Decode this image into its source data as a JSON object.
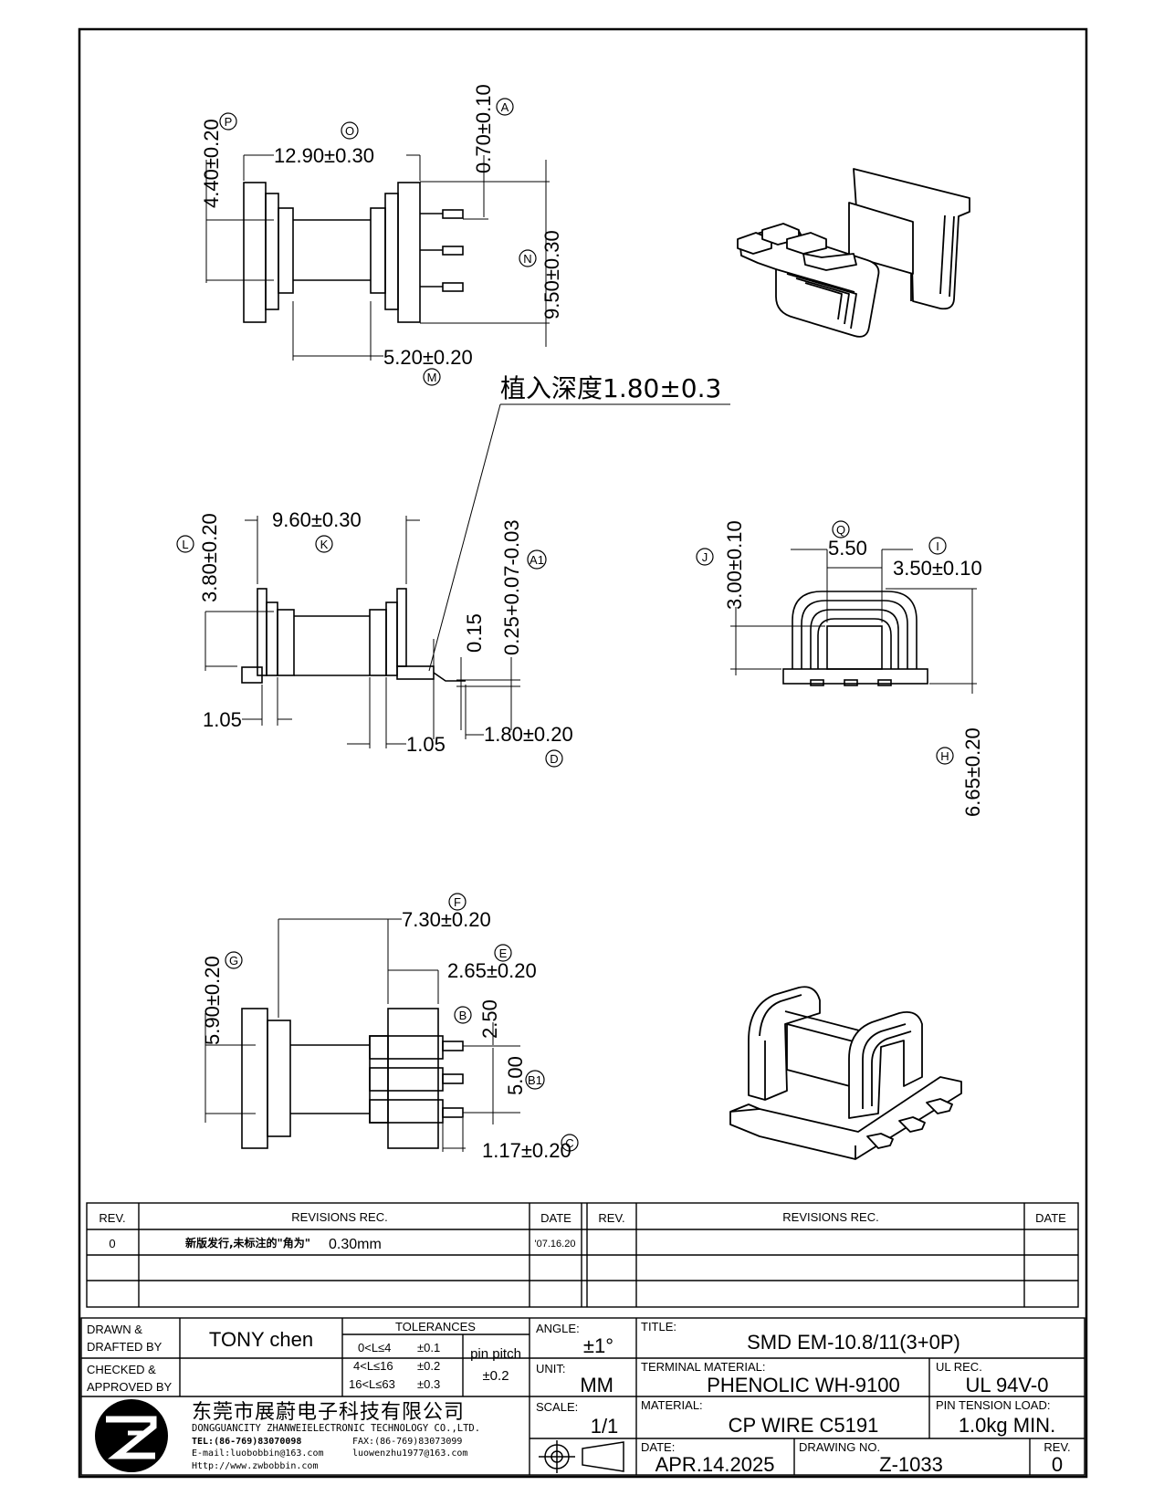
{
  "notes": {
    "insertion_depth": "植入深度1.80±0.3"
  },
  "top_view": {
    "dim_O": "12.90±0.30",
    "dim_A": "0.70±0.10",
    "dim_P": "4.40±0.20",
    "dim_N": "9.50±0.30",
    "dim_M": "5.20±0.20",
    "ref_O": "O",
    "ref_A": "A",
    "ref_P": "P",
    "ref_N": "N",
    "ref_M": "M"
  },
  "side_view": {
    "dim_K": "9.60±0.30",
    "dim_L": "3.80±0.20",
    "dim_A1": "0.25+0.07-0.03",
    "dim_015": "0.15",
    "dim_105_left": "1.05",
    "dim_105_bottom": "1.05",
    "dim_D": "1.80±0.20",
    "ref_K": "K",
    "ref_L": "L",
    "ref_A1": "A1",
    "ref_D": "D"
  },
  "end_view": {
    "dim_Q": "5.50",
    "dim_I": "3.50±0.10",
    "dim_J": "3.00±0.10",
    "dim_H": "6.65±0.20",
    "ref_Q": "Q",
    "ref_I": "I",
    "ref_J": "J",
    "ref_H": "H"
  },
  "bottom_view": {
    "dim_F": "7.30±0.20",
    "dim_E": "2.65±0.20",
    "dim_G": "5.90±0.20",
    "dim_B": "2.50",
    "dim_B1": "5.00",
    "dim_C": "1.17±0.20",
    "ref_F": "F",
    "ref_E": "E",
    "ref_G": "G",
    "ref_B": "B",
    "ref_B1": "B1",
    "ref_C": "C"
  },
  "revisions": {
    "headers": {
      "rev": "REV.",
      "rec": "REVISIONS   REC.",
      "date": "DATE"
    },
    "rows": [
      {
        "rev": "0",
        "rec": "新版发行,未标注的\"角为\"",
        "rec_value": "0.30mm",
        "date": "'07.16.20"
      }
    ]
  },
  "title_block": {
    "drawn_label": "DRAWN &\nDRAFTED BY",
    "drawn_label_1": "DRAWN &",
    "drawn_label_2": "DRAFTED BY",
    "drawn_value": "TONY chen",
    "checked_label_1": "CHECKED &",
    "checked_label_2": "APPROVED BY",
    "tolerances_label": "TOLERANCES",
    "tol_rows": [
      {
        "range": "0<L≤4",
        "tol": "±0.1"
      },
      {
        "range": "4<L≤16",
        "tol": "±0.2"
      },
      {
        "range": "16<L≤63",
        "tol": "±0.3"
      }
    ],
    "pin_pitch_label": "pin pitch",
    "pin_pitch_value": "±0.2",
    "angle_label": "ANGLE:",
    "angle_value": "±1°",
    "unit_label": "UNIT:",
    "unit_value": "MM",
    "scale_label": "SCALE:",
    "scale_value": "1/1",
    "title_label": "TITLE:",
    "title_value": "SMD EM-10.8/11(3+0P)",
    "terminal_label": "TERMINAL MATERIAL:",
    "terminal_value": "PHENOLIC WH-9100",
    "ul_label": "UL REC.",
    "ul_value": "UL 94V-0",
    "material_label": "MATERIAL:",
    "material_value": "CP WIRE C5191",
    "pin_tension_label": "PIN TENSION LOAD:",
    "pin_tension_value": "1.0kg MIN.",
    "date_label": "DATE:",
    "date_value": "APR.14.2025",
    "drawing_no_label": "DRAWING NO.",
    "drawing_no_value": "Z-1033",
    "rev_label": "REV.",
    "rev_value": "0"
  },
  "company": {
    "name_cn": "东莞市展蔚电子科技有限公司",
    "name_en": "DONGGUANCITY ZHANWEIELECTRONIC TECHNOLOGY CO.,LTD.",
    "tel": "TEL:(86-769)83070098",
    "fax": "FAX:(86-769)83073099",
    "email1": "E-mail:luobobbin@163.com",
    "email2": "luowenzhu1977@163.com",
    "web": "Http://www.zwbobbin.com"
  }
}
